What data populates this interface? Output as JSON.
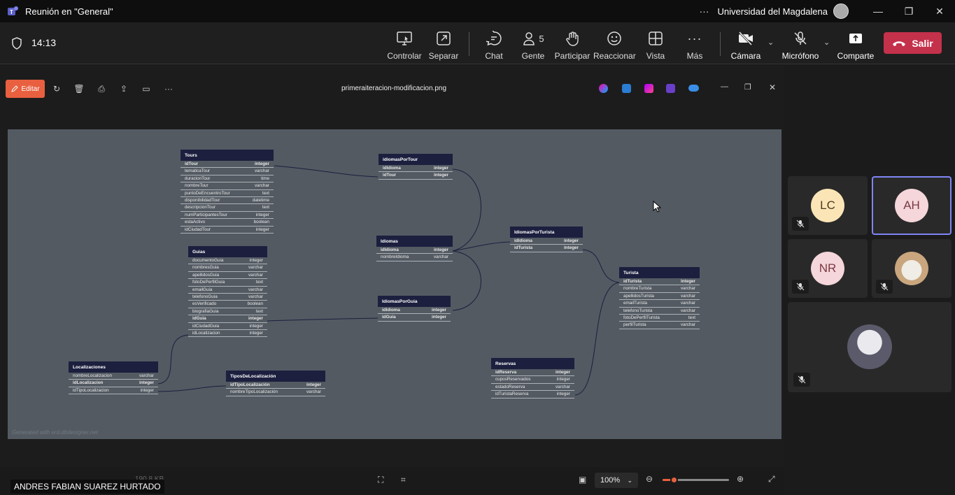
{
  "titlebar": {
    "title": "Reunión en \"General\"",
    "org": "Universidad del Magdalena"
  },
  "meeting": {
    "timer": "14:13",
    "toolbar": [
      {
        "name": "controlar",
        "label": "Controlar",
        "icon": "screen-control-icon"
      },
      {
        "name": "separar",
        "label": "Separar",
        "icon": "popout-icon"
      },
      {
        "name": "chat",
        "label": "Chat",
        "icon": "chat-icon"
      },
      {
        "name": "gente",
        "label": "Gente",
        "icon": "people-icon",
        "count": "5"
      },
      {
        "name": "participar",
        "label": "Participar",
        "icon": "raise-hand-icon"
      },
      {
        "name": "reaccionar",
        "label": "Reaccionar",
        "icon": "smiley-icon"
      },
      {
        "name": "vista",
        "label": "Vista",
        "icon": "grid-view-icon"
      },
      {
        "name": "mas",
        "label": "Más",
        "icon": "more-icon"
      },
      {
        "name": "camara",
        "label": "Cámara",
        "icon": "camera-off-icon"
      },
      {
        "name": "microfono",
        "label": "Micrófono",
        "icon": "mic-off-icon"
      },
      {
        "name": "comparte",
        "label": "Comparte",
        "icon": "share-icon"
      }
    ],
    "leave_label": "Salir"
  },
  "viewer": {
    "edit_label": "Editar",
    "filename": "primeraiteracion-modificacion.png",
    "zoom": "100%",
    "file_size": "190.8 KB",
    "presenter": "ANDRES FABIAN SUAREZ HURTADO"
  },
  "diagram": {
    "footer": "Generated with erd.dbdesigner.net",
    "tables": {
      "tours": {
        "title": "Tours",
        "rows": [
          [
            "idTour",
            "integer"
          ],
          [
            "tematicaTour",
            "varchar"
          ],
          [
            "duracionTour",
            "time"
          ],
          [
            "nombreTour",
            "varchar"
          ],
          [
            "puntoDeEncuentroTour",
            "text"
          ],
          [
            "disponibilidadTour",
            "datetime"
          ],
          [
            "descripcionTour",
            "text"
          ],
          [
            "numParticipantesTour",
            "integer"
          ],
          [
            "estaActivo",
            "boolean"
          ],
          [
            "idCiudadTour",
            "integer"
          ]
        ]
      },
      "guias": {
        "title": "Guias",
        "rows": [
          [
            "documentoGuia",
            "integer"
          ],
          [
            "nombresGuia",
            "varchar"
          ],
          [
            "apellidosGuia",
            "varchar"
          ],
          [
            "fotoDePerfilGuia",
            "text"
          ],
          [
            "emailGuia",
            "varchar"
          ],
          [
            "telefonoGuia",
            "varchar"
          ],
          [
            "esVerificado",
            "boolean"
          ],
          [
            "biografiaGuia",
            "text"
          ],
          [
            "idGuia",
            "integer"
          ],
          [
            "idCiudadGuia",
            "integer"
          ],
          [
            "idLocalizacion",
            "integer"
          ]
        ]
      },
      "idiomasPorTour": {
        "title": "idiomasPorTour",
        "rows": [
          [
            "idIdioma",
            "integer"
          ],
          [
            "idTour",
            "integer"
          ]
        ]
      },
      "idiomas": {
        "title": "Idiomas",
        "rows": [
          [
            "idIdioma",
            "integer"
          ],
          [
            "nombreIdioma",
            "varchar"
          ]
        ]
      },
      "idiomasPorGuia": {
        "title": "IdiomasPorGuia",
        "rows": [
          [
            "idIdioma",
            "integer"
          ],
          [
            "idGuia",
            "integer"
          ]
        ]
      },
      "idiomasPorTurista": {
        "title": "IdiomasPorTurista",
        "rows": [
          [
            "idIdioma",
            "integer"
          ],
          [
            "idTurista",
            "integer"
          ]
        ]
      },
      "turista": {
        "title": "Turista",
        "rows": [
          [
            "idTurista",
            "integer"
          ],
          [
            "nombreTurista",
            "varchar"
          ],
          [
            "apellidosTurista",
            "varchar"
          ],
          [
            "emailTurista",
            "varchar"
          ],
          [
            "telefonoTurista",
            "varchar"
          ],
          [
            "fotoDePerfilTurista",
            "text"
          ],
          [
            "perfilTurista",
            "varchar"
          ]
        ]
      },
      "localizaciones": {
        "title": "Localizaciones",
        "rows": [
          [
            "nombreLocalizacion",
            "varchar"
          ],
          [
            "idLocalizacion",
            "integer"
          ],
          [
            "idTipoLocalizacion",
            "integer"
          ]
        ]
      },
      "tiposDeLocalizacion": {
        "title": "TiposDeLocalización",
        "rows": [
          [
            "idTipoLocalización",
            "integer"
          ],
          [
            "nombreTipoLocalización",
            "varchar"
          ]
        ]
      },
      "reservas": {
        "title": "Reservas",
        "rows": [
          [
            "idReserva",
            "integer"
          ],
          [
            "cuposReservados",
            "integer"
          ],
          [
            "estadoReserva",
            "varchar"
          ],
          [
            "idTuristaReserva",
            "integer"
          ]
        ]
      }
    }
  },
  "participants": [
    {
      "initials": "LC",
      "color": "#fbe5b6"
    },
    {
      "initials": "AH",
      "color": "#f5d6da"
    },
    {
      "initials": "NR",
      "color": "#f5d6da"
    },
    {
      "initials": "",
      "icon": "cat-avatar-icon"
    },
    {
      "initials": "",
      "icon": "profile-photo-icon"
    }
  ]
}
